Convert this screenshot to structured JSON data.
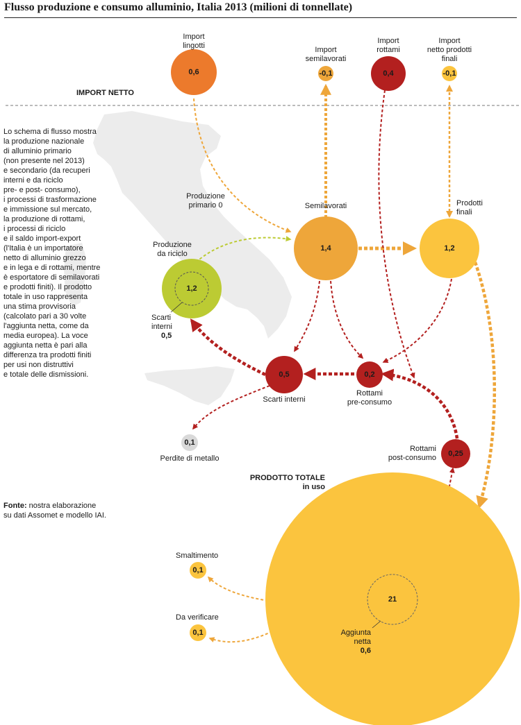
{
  "title": "Flusso produzione e consumo alluminio, Italia 2013 (milioni di tonnellate)",
  "section_label": "IMPORT NETTO",
  "description": "Lo schema di flusso mostra\nla produzione nazionale\ndi alluminio primario\n(non presente nel 2013)\ne secondario (da recuperi\ninterni e da riciclo\npre- e post- consumo),\ni processi di trasformazione\ne immissione sul mercato,\nla produzione di rottami,\ni processi di riciclo\ne il saldo import-export\n(l'Italia è un importatore\nnetto di alluminio grezzo\ne in lega e di rottami, mentre\nè esportatore di semilavorati\ne prodotti finiti). Il prodotto\ntotale in uso rappresenta\nuna stima provvisoria\n(calcolato pari a 30 volte\nl'aggiunta netta, come da\nmedia europea). La voce\naggiunta netta è pari alla\ndifferenza tra prodotti finiti\nper usi non distruttivi\ne totale delle dismissioni.",
  "source": {
    "label": "Fonte:",
    "text": " nostra elaborazione\nsu dati Assomet e modello IAI."
  },
  "colors": {
    "dark_orange": "#ec7a2c",
    "orange": "#eea63a",
    "yellow": "#fbc43e",
    "dark_red": "#b3201f",
    "lime": "#bccb33",
    "grey": "#d9d9d9",
    "map": "#ececec"
  },
  "nodes": {
    "import_lingotti": {
      "label": "Import\nlingotti",
      "value": "0,6"
    },
    "import_semilavorati": {
      "label": "Import\nsemilavorati",
      "value": "-0,1"
    },
    "import_rottami": {
      "label": "Import\nrottami",
      "value": "0,4"
    },
    "import_prodotti_finali": {
      "label": "Import\nnetto prodotti\nfinali",
      "value": "-0,1"
    },
    "produzione_primario": {
      "label": "Produzione\nprimario 0"
    },
    "semilavorati": {
      "label": "Semilavorati",
      "value": "1,4"
    },
    "prodotti_finali": {
      "label": "Prodotti\nfinali",
      "value": "1,2"
    },
    "produzione_riciclo": {
      "label": "Produzione\nda riciclo",
      "value": "1,2"
    },
    "scarti_interni_inner": {
      "label": "Scarti\ninterni",
      "value": "0,5"
    },
    "scarti_interni": {
      "label": "Scarti interni",
      "value": "0,5"
    },
    "rottami_pre_consumo": {
      "label": "Rottami\npre-consumo",
      "value": "0,2"
    },
    "rottami_post_consumo": {
      "label": "Rottami\npost-consumo",
      "value": "0,25"
    },
    "perdite_metallo": {
      "label": "Perdite di metallo",
      "value": "0,1"
    },
    "prodotto_totale": {
      "label": "PRODOTTO TOTALE\nin uso",
      "value": "21"
    },
    "aggiunta_netta": {
      "label": "Aggiunta\nnetta",
      "value": "0,6"
    },
    "smaltimento": {
      "label": "Smaltimento",
      "value": "0,1"
    },
    "da_verificare": {
      "label": "Da verificare",
      "value": "0,1"
    }
  }
}
